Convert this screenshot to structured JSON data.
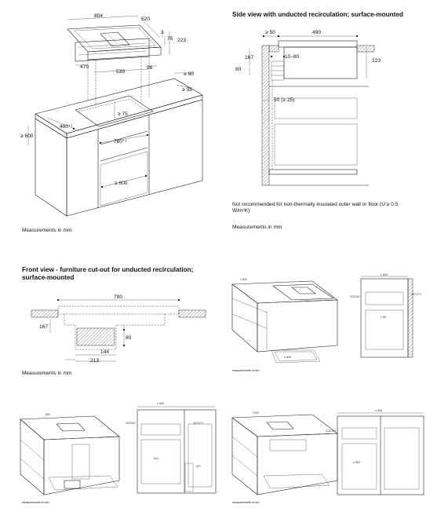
{
  "panel_iso": {
    "dims": [
      "804",
      "520",
      "3",
      "75",
      "223",
      "470",
      "539",
      "96",
      "≥ 60",
      "≥ 35",
      "≥ 75",
      "490⁺¹",
      "≥ 600",
      "780⁺¹",
      "≥ 600"
    ],
    "footer": "Measurements in mm"
  },
  "panel_side": {
    "title": "Side view with unducted recirculation; surface-mounted",
    "dims": [
      "≥ 50",
      "490",
      "167",
      "10–80",
      "223",
      "80",
      "50 (≥ 25)"
    ],
    "note": "Not recommended for non-thermally insulated outer wall or floor (U ≥ 0.5 W/m²K)",
    "footer": "Measurements in mm"
  },
  "panel_front": {
    "title": "Front view - furniture cut-out for unducted recirculation; surface-mounted",
    "dims": [
      "780",
      "167",
      "80",
      "144",
      "213"
    ],
    "footer": "Measurements in mm"
  },
  "panel_small_1": {
    "dims": [
      "≥ 600",
      "≥ 600",
      "≤ 600",
      "222/167",
      "167/171",
      "≥ 60"
    ],
    "footer": "measurements in mm"
  },
  "panel_small_2": {
    "dims": [
      "800",
      "222/167",
      "167/171",
      "≥ 600",
      "513",
      "207"
    ],
    "footer": "measurements in mm"
  },
  "panel_small_3": {
    "dims": [
      "1200",
      "222/167",
      "≥ 600",
      "≥ 600"
    ],
    "footer": "measurements in mm"
  }
}
